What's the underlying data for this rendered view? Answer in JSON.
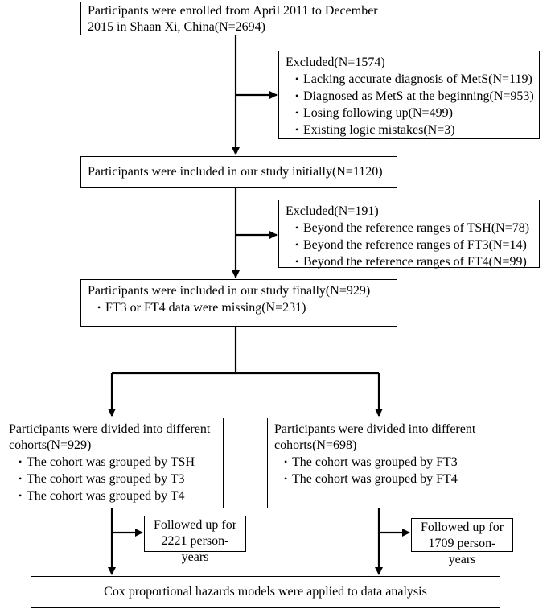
{
  "boxes": {
    "enrolled": {
      "text": "Participants were enrolled from April 2011 to December 2015 in Shaan Xi, China(N=2694)"
    },
    "excluded1": {
      "title": "Excluded(N=1574)",
      "items": [
        "Lacking accurate diagnosis of MetS(N=119)",
        "Diagnosed as MetS at the beginning(N=953)",
        "Losing following up(N=499)",
        "Existing logic mistakes(N=3)"
      ]
    },
    "included_initial": {
      "text": "Participants were included in our study initially(N=1120)"
    },
    "excluded2": {
      "title": "Excluded(N=191)",
      "items": [
        "Beyond the reference ranges of TSH(N=78)",
        "Beyond the reference ranges of FT3(N=14)",
        "Beyond the reference ranges of FT4(N=99)"
      ]
    },
    "included_final": {
      "title": "Participants were included in our study finally(N=929)",
      "items": [
        "FT3 or FT4 data were missing(N=231)"
      ]
    },
    "cohort_left": {
      "title": "Participants were divided into different cohorts(N=929)",
      "items": [
        "The cohort was grouped by TSH",
        "The cohort was grouped by T3",
        "The cohort was grouped by T4"
      ]
    },
    "cohort_right": {
      "title": "Participants were divided into different cohorts(N=698)",
      "items": [
        "The cohort was grouped by FT3",
        "The cohort was grouped by FT4"
      ]
    },
    "followup_left": {
      "text": "Followed up for 2221 person-years"
    },
    "followup_right": {
      "text": "Followed up for 1709 person-years"
    },
    "cox": {
      "text": "Cox proportional hazards models were applied to data analysis"
    }
  }
}
